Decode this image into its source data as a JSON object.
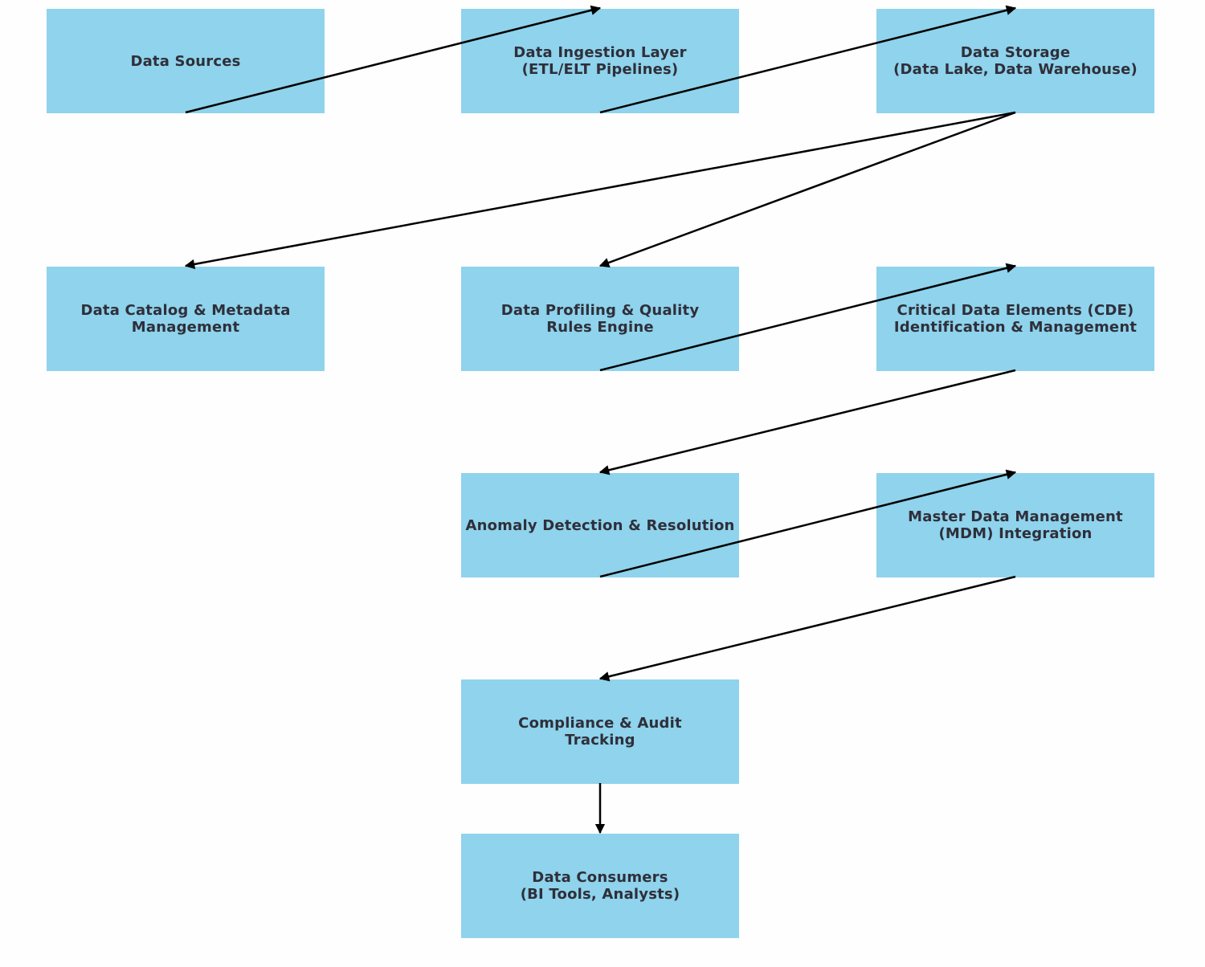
{
  "diagram": {
    "nodes": [
      {
        "id": "sources",
        "label": "Data Sources"
      },
      {
        "id": "ingestion",
        "label": "Data Ingestion Layer\n(ETL/ELT Pipelines)"
      },
      {
        "id": "storage",
        "label": "Data Storage\n(Data Lake, Data Warehouse)"
      },
      {
        "id": "catalog",
        "label": "Data Catalog & Metadata\nManagement"
      },
      {
        "id": "profiling",
        "label": "Data Profiling & Quality\nRules Engine"
      },
      {
        "id": "cde",
        "label": "Critical Data Elements (CDE)\nIdentification & Management"
      },
      {
        "id": "anomaly",
        "label": "Anomaly Detection & Resolution"
      },
      {
        "id": "mdm",
        "label": "Master Data Management\n(MDM) Integration"
      },
      {
        "id": "compliance",
        "label": "Compliance & Audit\nTracking"
      },
      {
        "id": "consumers",
        "label": "Data Consumers\n(BI Tools, Analysts)"
      }
    ],
    "edges": [
      {
        "from": "sources",
        "to": "ingestion"
      },
      {
        "from": "ingestion",
        "to": "storage"
      },
      {
        "from": "storage",
        "to": "catalog"
      },
      {
        "from": "storage",
        "to": "profiling"
      },
      {
        "from": "profiling",
        "to": "cde"
      },
      {
        "from": "cde",
        "to": "anomaly"
      },
      {
        "from": "anomaly",
        "to": "mdm"
      },
      {
        "from": "mdm",
        "to": "compliance"
      },
      {
        "from": "compliance",
        "to": "consumers"
      }
    ],
    "colors": {
      "node_fill": "#8fd3ec",
      "text": "#2f2f3a",
      "edge": "#000000"
    }
  }
}
